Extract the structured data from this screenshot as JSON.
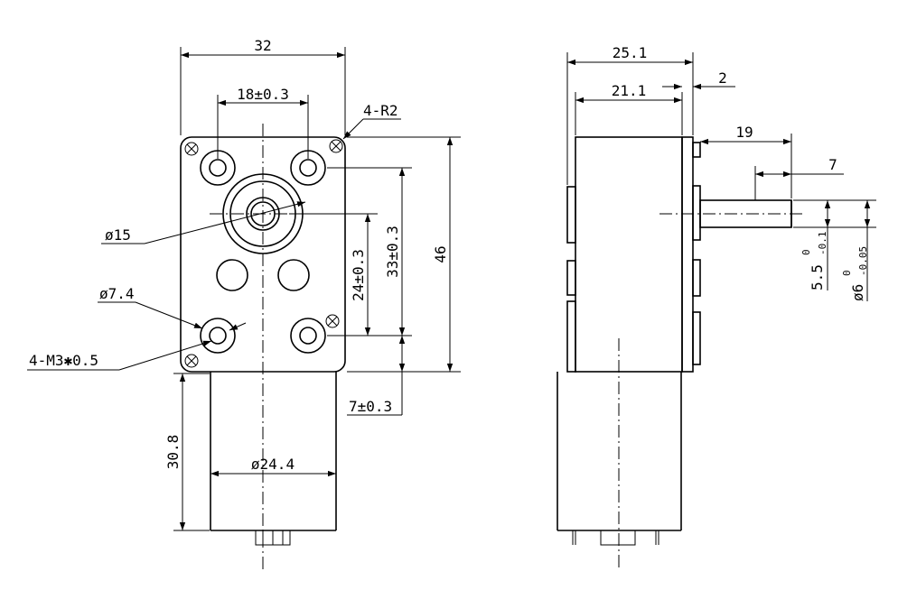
{
  "front_view": {
    "width_label": "32",
    "hole_spacing_label": "18±0.3",
    "corner_radius_label": "4-R2",
    "output_dia_label": "ø15",
    "height_label": "46",
    "hole_vspacing_label": "33±0.3",
    "shaft_offset_label": "24±0.3",
    "boss_dia_label": "ø7.4",
    "thread_label": "4-M3✱0.5",
    "bottom_offset_label": "7±0.3",
    "motor_length_label": "30.8",
    "motor_dia_label": "ø24.4"
  },
  "side_view": {
    "overall_depth_label": "25.1",
    "body_depth_label": "21.1",
    "flange_thickness_label": "2",
    "shaft_length_label": "19",
    "flat_length_label": "7",
    "flat_label_main": "5.5",
    "flat_tol_upper": "0",
    "flat_tol_lower": "-0.1",
    "shaft_dia_label_main": "ø6",
    "shaft_tol_upper": "0",
    "shaft_tol_lower": "-0.05"
  }
}
